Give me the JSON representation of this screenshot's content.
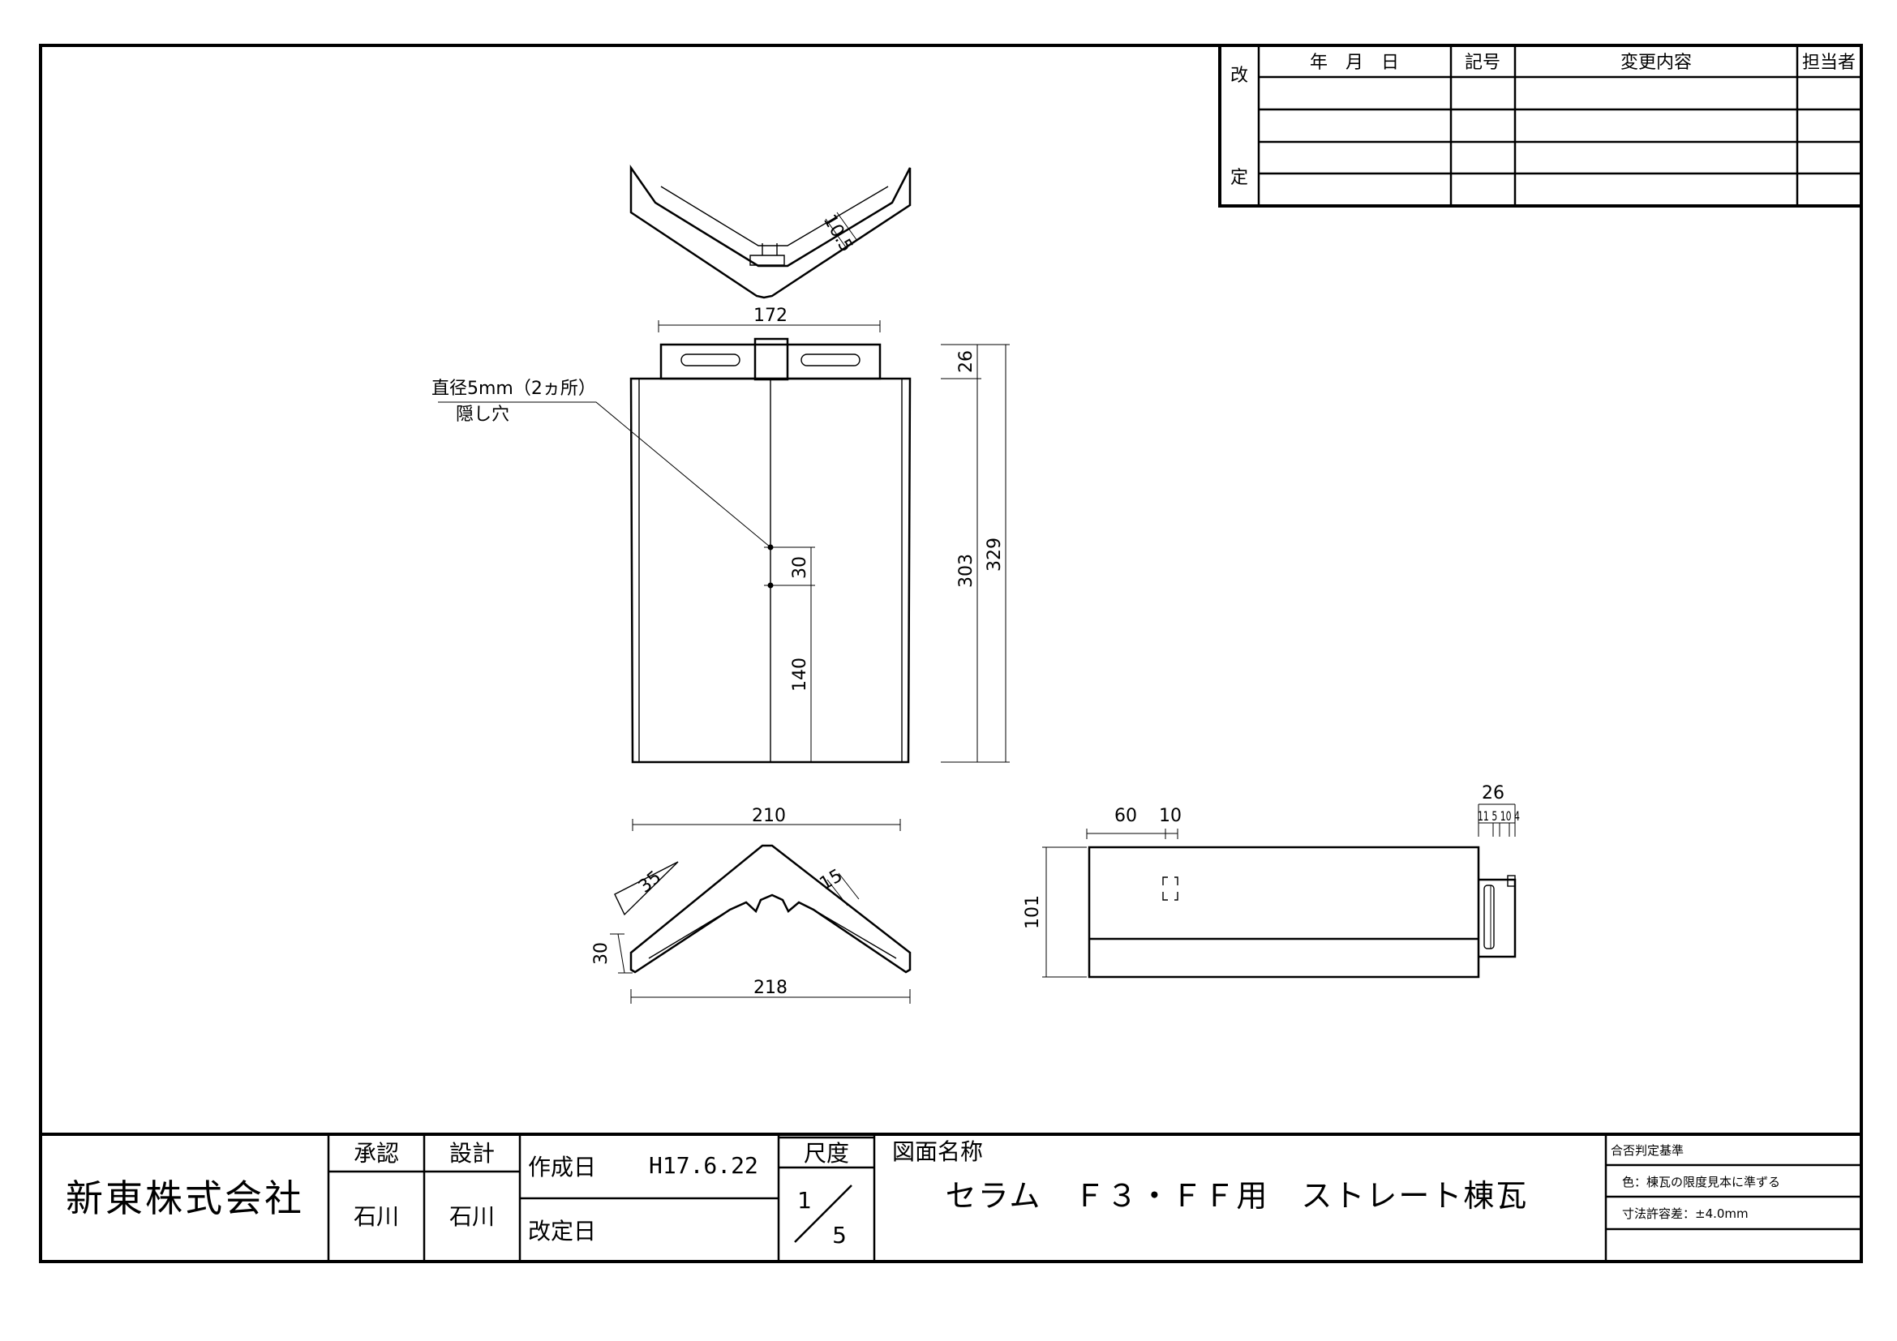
{
  "revision_table": {
    "side_label_top": "改",
    "side_label_bottom": "定",
    "headers": [
      "年　月　日",
      "記号",
      "変更内容",
      "担当者"
    ],
    "rows": [
      [
        "",
        "",
        "",
        ""
      ],
      [
        "",
        "",
        "",
        ""
      ],
      [
        "",
        "",
        "",
        ""
      ],
      [
        "",
        "",
        "",
        ""
      ]
    ]
  },
  "drawing": {
    "hole_note_line1": "直径5mm（2ヵ所）",
    "hole_note_line2": "隠し穴",
    "dims": {
      "top_thickness": "10.5",
      "plan_width": "172",
      "plan_tab_height": "26",
      "plan_body_height": "303",
      "plan_total_height": "329",
      "hole_spacing": "30",
      "hole_from_bottom": "140",
      "front_top_width": "210",
      "front_bottom_width": "218",
      "front_angle": "35",
      "front_thickness": "15",
      "front_edge": "30",
      "side_top_a": "60",
      "side_top_b": "10",
      "side_height": "101",
      "side_tab_total": "26",
      "side_tab_parts": "11 5 10 4"
    }
  },
  "title_block": {
    "company": "新東株式会社",
    "approval_label": "承認",
    "design_label": "設計",
    "approval_name": "石川",
    "design_name": "石川",
    "created_label": "作成日",
    "created_date": "H17.6.22",
    "revised_label": "改定日",
    "scale_label": "尺度",
    "scale_numerator": "1",
    "scale_denominator": "5",
    "drawing_name_label": "図面名称",
    "drawing_name": "セラム　Ｆ３・ＦＦ用　ストレート棟瓦",
    "criteria_label": "合否判定基準",
    "criteria_color": "色：棟瓦の限度見本に準ずる",
    "criteria_tolerance": "寸法許容差：±4.0mm"
  }
}
